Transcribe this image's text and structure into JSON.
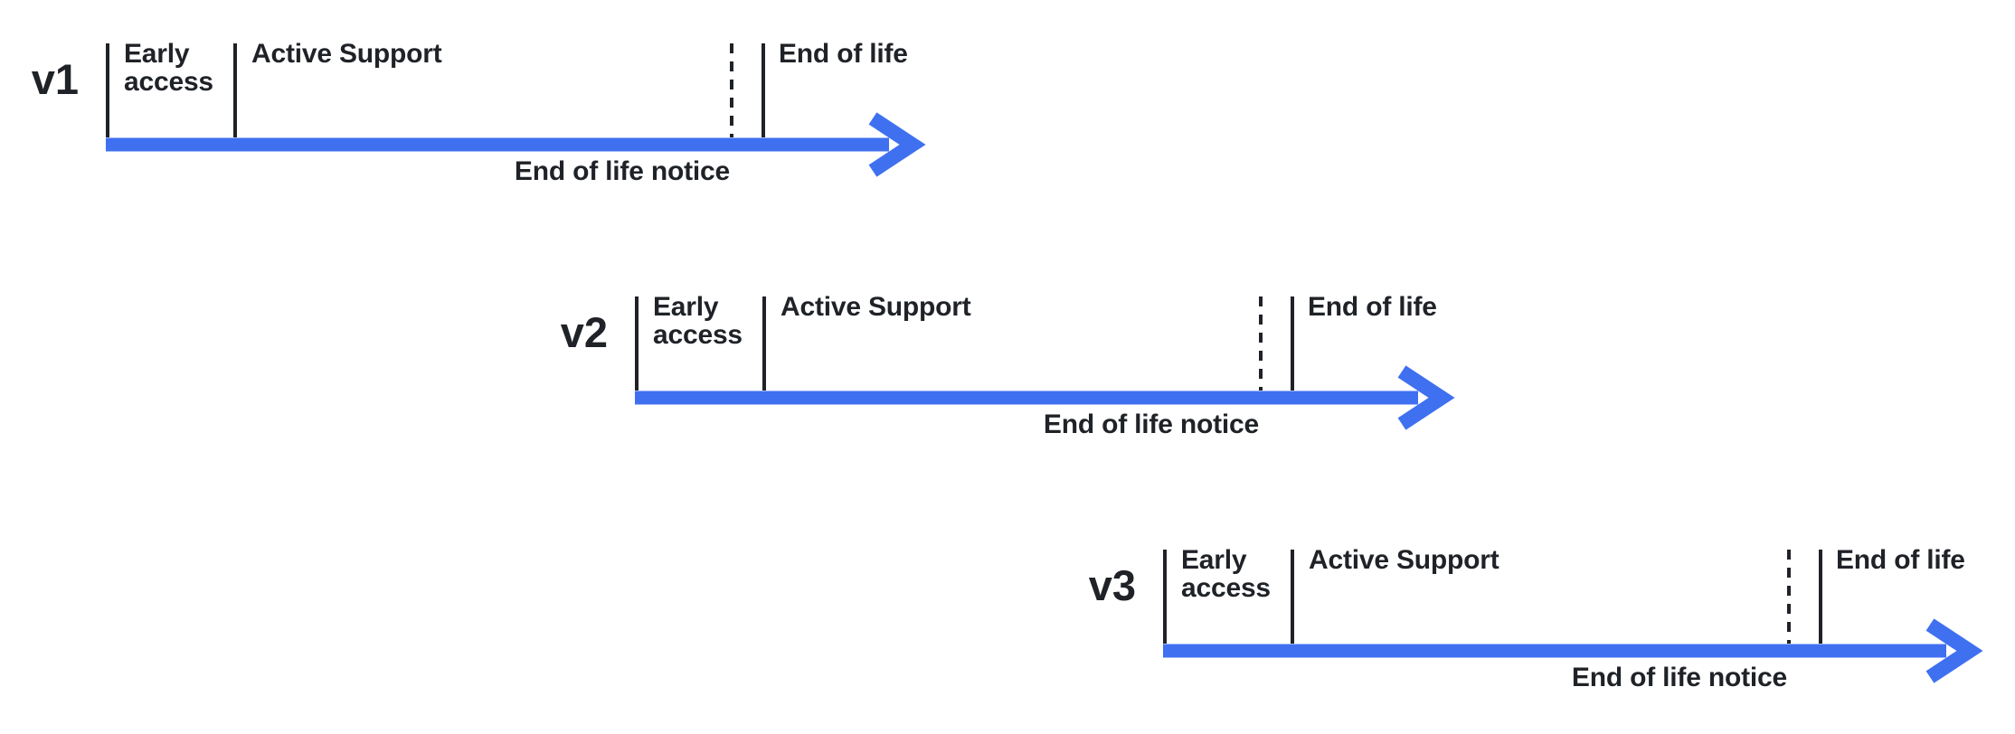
{
  "diagram": {
    "type": "version-lifecycle-timeline",
    "colors": {
      "arrow": "#3F70F0",
      "text": "#1F2227",
      "background": "#FFFFFF"
    },
    "timelines": [
      {
        "version": "v1",
        "phase_early": "Early access",
        "phase_active": "Active Support",
        "phase_end": "End of life",
        "notice": "End of life notice"
      },
      {
        "version": "v2",
        "phase_early": "Early access",
        "phase_active": "Active Support",
        "phase_end": "End of life",
        "notice": "End of life notice"
      },
      {
        "version": "v3",
        "phase_early": "Early access",
        "phase_active": "Active Support",
        "phase_end": "End of life",
        "notice": "End of life notice"
      }
    ]
  }
}
